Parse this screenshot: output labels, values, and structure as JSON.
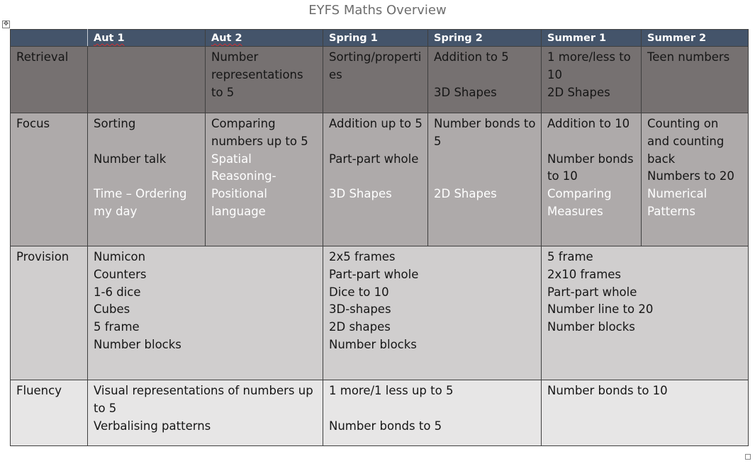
{
  "title": "EYFS Maths Overview",
  "header": [
    "",
    "Aut 1",
    "Aut 2",
    "Spring 1",
    "Spring 2",
    "Summer 1",
    "Summer 2"
  ],
  "retrieval": {
    "label": "Retrieval",
    "aut1": "",
    "aut2": "Number representations to 5",
    "spring1": "Sorting/properti es",
    "spring2_a": "Addition to 5",
    "spring2_b": "3D Shapes",
    "summer1_a": "1 more/less to 10",
    "summer1_b": "2D Shapes",
    "summer2": "Teen numbers"
  },
  "focus": {
    "label": "Focus",
    "aut1_a": "Sorting",
    "aut1_b": "Number talk",
    "aut1_c": "Time – Ordering my day",
    "aut2_a": "Comparing numbers up to 5",
    "aut2_b": "Spatial Reasoning- Positional language",
    "spring1_a": "Addition up to 5",
    "spring1_b": "Part-part whole",
    "spring1_c": "3D Shapes",
    "spring2_a": "Number bonds to 5",
    "spring2_b": "2D Shapes",
    "summer1_a": "Addition to 10",
    "summer1_b": "Number bonds to 10",
    "summer1_c": "Comparing Measures",
    "summer2_a": "Counting on and counting back",
    "summer2_b": "Numbers to 20",
    "summer2_c": "Numerical Patterns"
  },
  "provision": {
    "label": "Provision",
    "autumn": [
      "Numicon",
      "Counters",
      "1-6 dice",
      "Cubes",
      "5 frame",
      "Number blocks"
    ],
    "spring": [
      "2x5 frames",
      "Part-part whole",
      "Dice to 10",
      "3D-shapes",
      "2D shapes",
      "Number blocks"
    ],
    "summer": [
      "5 frame",
      "2x10 frames",
      "Part-part whole",
      "Number line to 20",
      "Number blocks"
    ]
  },
  "fluency": {
    "label": "Fluency",
    "autumn_a": "Visual representations of numbers up to 5",
    "autumn_b": "Verbalising patterns",
    "spring_a": "1 more/1 less up to 5",
    "spring_b": "Number bonds to 5",
    "summer": "Number bonds to 10"
  },
  "colors": {
    "header_bg": "#44546a",
    "retrieval_bg": "#767171",
    "focus_bg": "#aeaaaa",
    "provision_bg": "#d0cece",
    "fluency_bg": "#e7e6e6",
    "highlight_text": "#ffffff"
  },
  "icons": {
    "table_handle": "move-icon",
    "resize": "resize-handle-icon"
  }
}
